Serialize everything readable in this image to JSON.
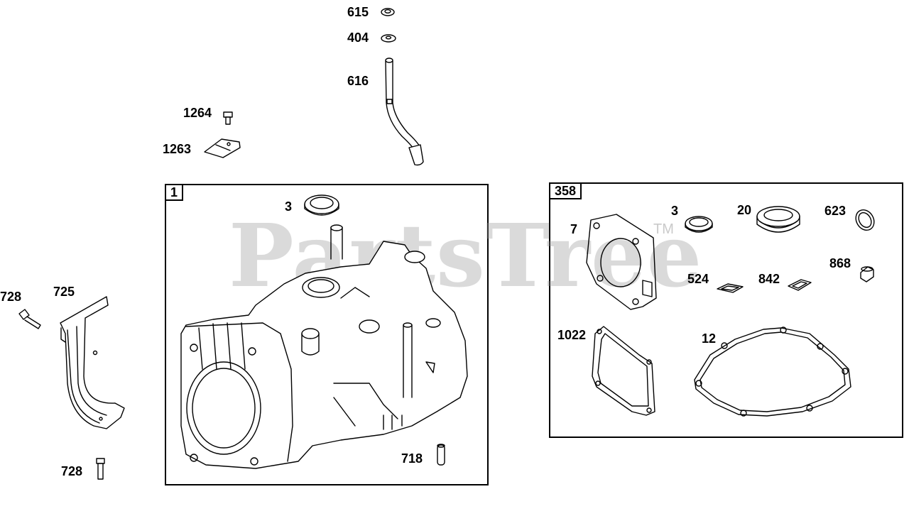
{
  "watermark": {
    "brand": "PartsTree",
    "trademark": "TM"
  },
  "assemblies": [
    {
      "id": "short-block",
      "tag": "1"
    },
    {
      "id": "gasket-set",
      "tag": "358"
    }
  ],
  "labels": {
    "l615": "615",
    "l404": "404",
    "l616": "616",
    "l1264": "1264",
    "l1263": "1263",
    "l3a": "3",
    "l718": "718",
    "l728a": "728",
    "l725": "725",
    "l728b": "728",
    "l3b": "3",
    "l20": "20",
    "l623": "623",
    "l7": "7",
    "l524": "524",
    "l842": "842",
    "l868": "868",
    "l1022": "1022",
    "l12": "12"
  }
}
